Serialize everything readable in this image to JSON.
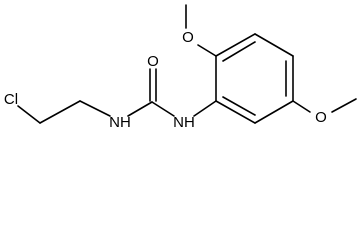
{
  "molecule": {
    "atoms": {
      "chlorine": "Cl",
      "amide_nh_left": "NH",
      "carbonyl_oxygen": "O",
      "amide_nh_right": "NH",
      "methoxy_oxygen_top": "O",
      "methoxy_oxygen_right": "O"
    }
  }
}
